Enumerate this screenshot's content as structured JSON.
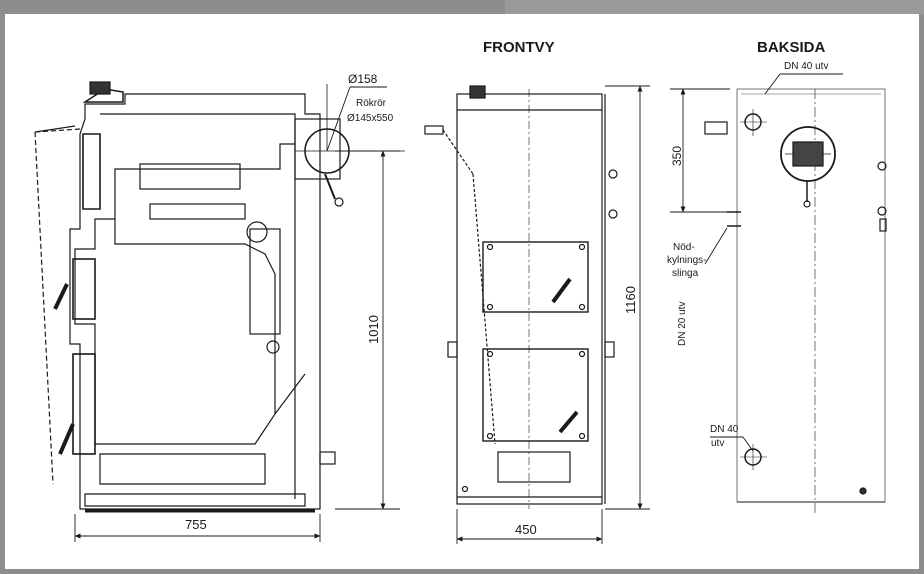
{
  "headings": {
    "front": "FRONTVY",
    "back": "BAKSIDA"
  },
  "side_view": {
    "diameter_label": "Ø158",
    "flue_label_line1": "Rökrör",
    "flue_label_line2": "Ø145x550",
    "height_label": "1010",
    "width_label": "755"
  },
  "front_view": {
    "height_label": "1160",
    "width_label": "450"
  },
  "back_view": {
    "top_connection_label": "DN 40 utv",
    "dim_label": "350",
    "emergency_label_line1": "Nöd-",
    "emergency_label_line2": "kylnings-",
    "emergency_label_line3": "slinga",
    "dn20_label": "DN 20 utv",
    "bottom_connection_line1": "DN 40",
    "bottom_connection_line2": "utv"
  },
  "colors": {
    "frame": "#8d8d8d",
    "paper": "#ffffff",
    "ink": "#1a1a1a"
  }
}
